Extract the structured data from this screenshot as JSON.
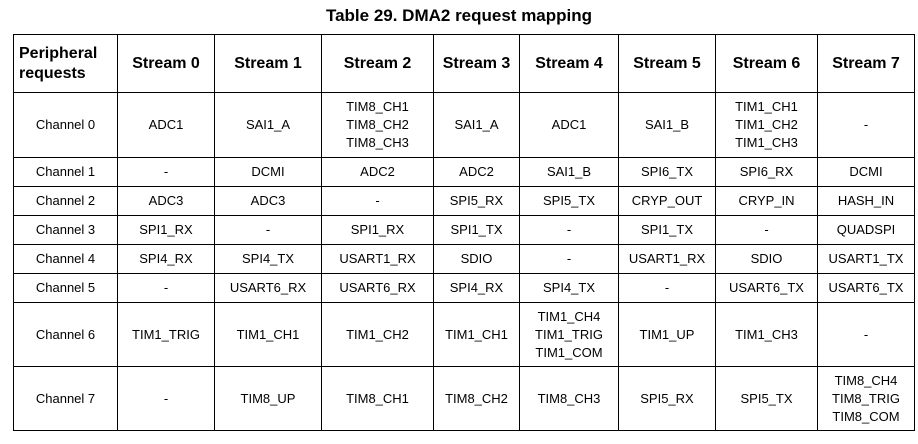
{
  "title": "Table 29. DMA2 request mapping",
  "corner_header": [
    "Peripheral",
    "requests"
  ],
  "streams": [
    "Stream 0",
    "Stream 1",
    "Stream 2",
    "Stream 3",
    "Stream 4",
    "Stream 5",
    "Stream 6",
    "Stream 7"
  ],
  "rows": [
    {
      "channel": "Channel 0",
      "cells": [
        [
          "ADC1"
        ],
        [
          "SAI1_A"
        ],
        [
          "TIM8_CH1",
          "TIM8_CH2",
          "TIM8_CH3"
        ],
        [
          "SAI1_A"
        ],
        [
          "ADC1"
        ],
        [
          "SAI1_B"
        ],
        [
          "TIM1_CH1",
          "TIM1_CH2",
          "TIM1_CH3"
        ],
        [
          "-"
        ]
      ]
    },
    {
      "channel": "Channel 1",
      "cells": [
        [
          "-"
        ],
        [
          "DCMI"
        ],
        [
          "ADC2"
        ],
        [
          "ADC2"
        ],
        [
          "SAI1_B"
        ],
        [
          "SPI6_TX"
        ],
        [
          "SPI6_RX"
        ],
        [
          "DCMI"
        ]
      ]
    },
    {
      "channel": "Channel 2",
      "cells": [
        [
          "ADC3"
        ],
        [
          "ADC3"
        ],
        [
          "-"
        ],
        [
          "SPI5_RX"
        ],
        [
          "SPI5_TX"
        ],
        [
          "CRYP_OUT"
        ],
        [
          "CRYP_IN"
        ],
        [
          "HASH_IN"
        ]
      ]
    },
    {
      "channel": "Channel 3",
      "cells": [
        [
          "SPI1_RX"
        ],
        [
          "-"
        ],
        [
          "SPI1_RX"
        ],
        [
          "SPI1_TX"
        ],
        [
          "-"
        ],
        [
          "SPI1_TX"
        ],
        [
          "-"
        ],
        [
          "QUADSPI"
        ]
      ]
    },
    {
      "channel": "Channel 4",
      "cells": [
        [
          "SPI4_RX"
        ],
        [
          "SPI4_TX"
        ],
        [
          "USART1_RX"
        ],
        [
          "SDIO"
        ],
        [
          "-"
        ],
        [
          "USART1_RX"
        ],
        [
          "SDIO"
        ],
        [
          "USART1_TX"
        ]
      ]
    },
    {
      "channel": "Channel 5",
      "cells": [
        [
          "-"
        ],
        [
          "USART6_RX"
        ],
        [
          "USART6_RX"
        ],
        [
          "SPI4_RX"
        ],
        [
          "SPI4_TX"
        ],
        [
          "-"
        ],
        [
          "USART6_TX"
        ],
        [
          "USART6_TX"
        ]
      ]
    },
    {
      "channel": "Channel 6",
      "cells": [
        [
          "TIM1_TRIG"
        ],
        [
          "TIM1_CH1"
        ],
        [
          "TIM1_CH2"
        ],
        [
          "TIM1_CH1"
        ],
        [
          "TIM1_CH4",
          "TIM1_TRIG",
          "TIM1_COM"
        ],
        [
          "TIM1_UP"
        ],
        [
          "TIM1_CH3"
        ],
        [
          "-"
        ]
      ]
    },
    {
      "channel": "Channel 7",
      "cells": [
        [
          "-"
        ],
        [
          "TIM8_UP"
        ],
        [
          "TIM8_CH1"
        ],
        [
          "TIM8_CH2"
        ],
        [
          "TIM8_CH3"
        ],
        [
          "SPI5_RX"
        ],
        [
          "SPI5_TX"
        ],
        [
          "TIM8_CH4",
          "TIM8_TRIG",
          "TIM8_COM"
        ]
      ]
    }
  ]
}
